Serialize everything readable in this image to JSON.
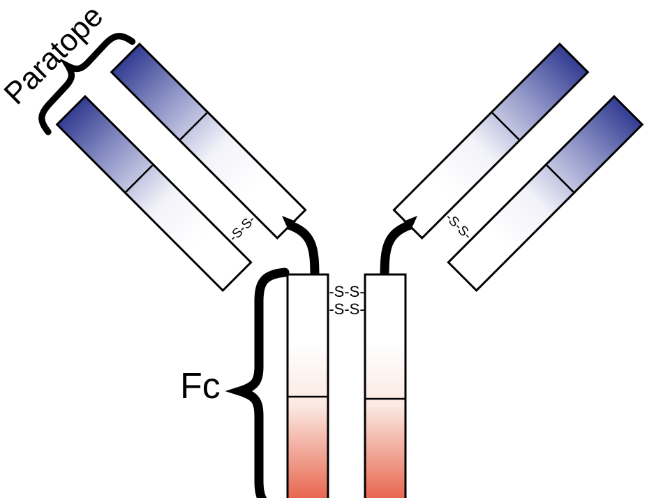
{
  "figure": {
    "labels": {
      "paratope": "Paratope",
      "fc": "Fc"
    },
    "disulfide_bonds": {
      "left_arm": "-S-S-",
      "right_arm": "-S-S-",
      "hinge_upper": "-S-S-",
      "hinge_lower": "-S-S-"
    },
    "colors": {
      "variable_region_blue": "#333c92",
      "fc_region_red": "#e7634b",
      "outline": "#000000",
      "background": "#ffffff"
    }
  }
}
